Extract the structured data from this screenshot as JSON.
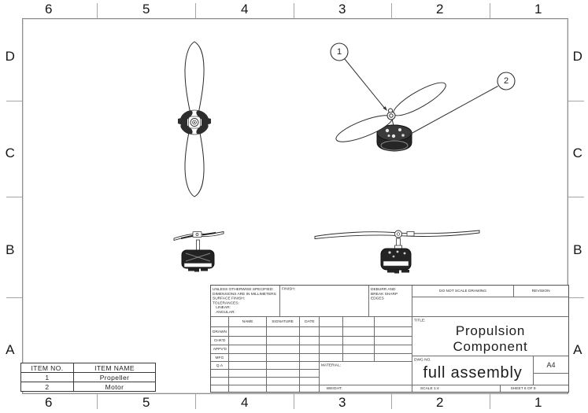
{
  "sheet": {
    "zone_columns": [
      "6",
      "5",
      "4",
      "3",
      "2",
      "1"
    ],
    "zone_rows": [
      "D",
      "C",
      "B",
      "A"
    ]
  },
  "views": {
    "balloon_1": "1",
    "balloon_2": "2"
  },
  "bom": {
    "headers": [
      "ITEM NO.",
      "ITEM NAME"
    ],
    "rows": [
      {
        "no": "1",
        "name": "Propeller"
      },
      {
        "no": "2",
        "name": "Motor"
      }
    ]
  },
  "title_block": {
    "spec_lines": [
      "UNLESS OTHERWISE SPECIFIED:",
      "DIMENSIONS ARE IN MILLIMETERS",
      "SURFACE FINISH:",
      "TOLERANCES:",
      "LINEAR:",
      "ANGULAR:"
    ],
    "finish_label": "FINISH:",
    "deburr_lines": [
      "DEBURR AND",
      "BREAK SHARP",
      "EDGES"
    ],
    "do_not_scale": "DO NOT SCALE DRAWING",
    "revision_label": "REVISION",
    "sign_columns": [
      "NAME",
      "SIGNATURE",
      "DATE"
    ],
    "sign_rows": [
      "DRAWN",
      "CHK'D",
      "APPV'D",
      "MFG",
      "Q.A"
    ],
    "material_label": "MATERIAL:",
    "weight_label": "WEIGHT:",
    "title_label": "TITLE:",
    "title_lines": [
      "Propulsion",
      "Component"
    ],
    "dwg_label": "DWG NO.",
    "dwg_value": "full assembly",
    "paper_size": "A4",
    "scale_text": "SCALE 1:4",
    "sheet_text": "SHEET 6 OF 9"
  },
  "colors": {
    "line": "#2a2a2a",
    "dark_fill": "#262626",
    "paper": "#ffffff"
  }
}
